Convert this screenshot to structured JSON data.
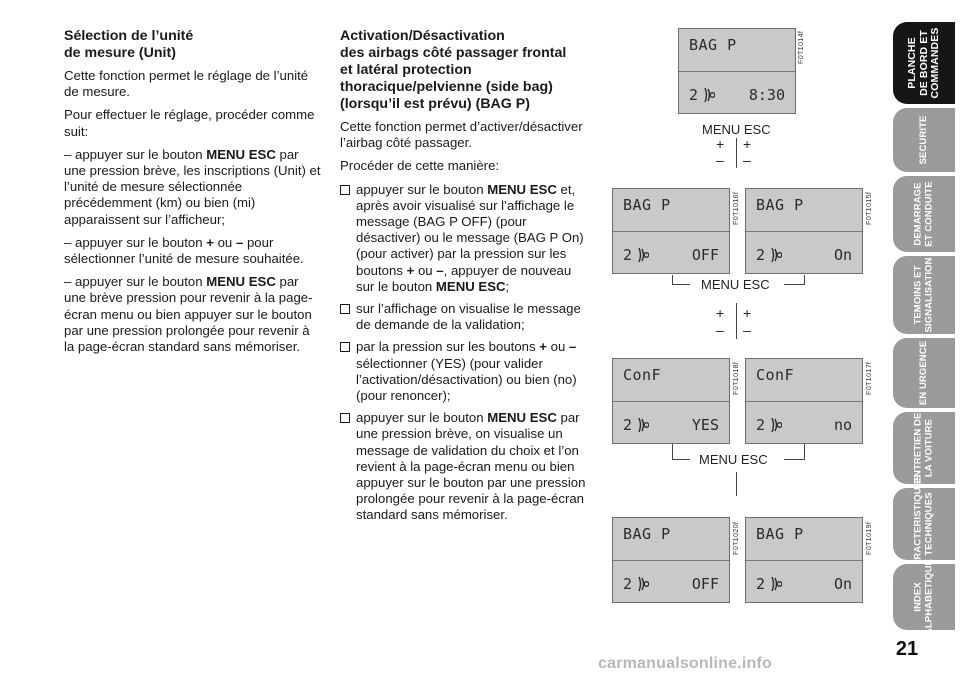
{
  "section_left": {
    "heading_line1": "Sélection de l’unité",
    "heading_line2": "de mesure (Unit)",
    "intro": "Cette fonction permet le réglage de l’unité de mesure.",
    "step_intro": "Pour effectuer le réglage, procéder comme suit:",
    "step1_prefix": "– appuyer sur le bouton ",
    "step1_key": "MENU ESC",
    "step1_suffix": " par une pression brève, les inscriptions (Unit) et l’unité de mesure sélectionnée précédemment (km) ou bien (mi) apparaissent sur l’afficheur;",
    "step2_prefix": "– appuyer sur le bouton ",
    "step2_plus": "+",
    "step2_or": " ou ",
    "step2_minus": "–",
    "step2_suffix": " pour sélectionner l’unité de mesure souhaitée.",
    "step3_prefix": "– appuyer sur le bouton ",
    "step3_key": "MENU ESC",
    "step3_suffix": " par une brève pression pour revenir à la page-écran menu ou bien appuyer sur le bouton par une pression prolongée pour revenir à la page-écran standard sans mémoriser."
  },
  "section_right": {
    "heading_line1": "Activation/Désactivation",
    "heading_line2": "des airbags côté passager frontal",
    "heading_line3": "et latéral protection",
    "heading_line4": "thoracique/pelvienne (side bag)",
    "heading_line5": "(lorsqu’il est prévu) (BAG P)",
    "intro": "Cette fonction permet d’activer/désactiver l’airbag côté passager.",
    "proceed": "Procéder de cette manière:",
    "item1_a": "appuyer sur le bouton ",
    "item1_key": "MENU ESC",
    "item1_b": " et, après avoir visualisé sur l’affichage le message (BAG P OFF) (pour désactiver) ou le message (BAG P On) (pour activer) par la pression sur les boutons ",
    "item1_plus": "+",
    "item1_or": " ou ",
    "item1_minus": "–",
    "item1_c": ", appuyer de nouveau sur le bouton ",
    "item1_key2": "MENU  ESC",
    "item1_d": ";",
    "item2": "sur l’affichage on visualise le message de demande de la validation;",
    "item3_a": "par la pression sur les boutons ",
    "item3_plus": "+",
    "item3_or": " ou ",
    "item3_minus": "–",
    "item3_b": " sélectionner (YES) (pour valider l’activation/désactivation) ou bien (no) (pour renoncer);",
    "item4_a": "appuyer sur le bouton ",
    "item4_key": "MENU ESC",
    "item4_b": " par une pression brève, on visualise un message de validation du choix et l’on revient à la page-écran menu ou bien appuyer sur le bouton par une pression prolongée pour revenir à la page-écran standard sans mémoriser."
  },
  "diagram": {
    "menu_label": "MENU ESC",
    "plus": "+",
    "minus": "–",
    "screens": {
      "top": {
        "title": "BAG P",
        "num": "2",
        "value": "8:30",
        "code": "F0T1014f"
      },
      "r1_left": {
        "title": "BAG P",
        "num": "2",
        "value": "OFF",
        "code": "F0T1016f"
      },
      "r1_right": {
        "title": "BAG P",
        "num": "2",
        "value": "On",
        "code": "F0T1015f"
      },
      "r2_left": {
        "title": "ConF",
        "num": "2",
        "value": "YES",
        "code": "F0T1018f"
      },
      "r2_right": {
        "title": "ConF",
        "num": "2",
        "value": "no",
        "code": "F0T1017f"
      },
      "r3_left": {
        "title": "BAG P",
        "num": "2",
        "value": "OFF",
        "code": "F0T1020f"
      },
      "r3_right": {
        "title": "BAG P",
        "num": "2",
        "value": "On",
        "code": "F0T1019f"
      }
    }
  },
  "tabs": [
    {
      "line1": "PLANCHE",
      "line2": "DE BORD ET",
      "line3": "COMMANDES"
    },
    {
      "line1": "SECURITE",
      "line2": ""
    },
    {
      "line1": "DEMARRAGE",
      "line2": "ET CONDUITE"
    },
    {
      "line1": "TEMOINS ET",
      "line2": "SIGNALISATION"
    },
    {
      "line1": "EN URGENCE",
      "line2": ""
    },
    {
      "line1": "ENTRETIEN DE",
      "line2": "LA VOITURE"
    },
    {
      "line1": "CARACTERISTIQUES",
      "line2": "TECHNIQUES"
    },
    {
      "line1": "INDEX",
      "line2": "ALPHABETIQUE"
    }
  ],
  "page_number": "21",
  "watermark": "carmanualsonline.info"
}
